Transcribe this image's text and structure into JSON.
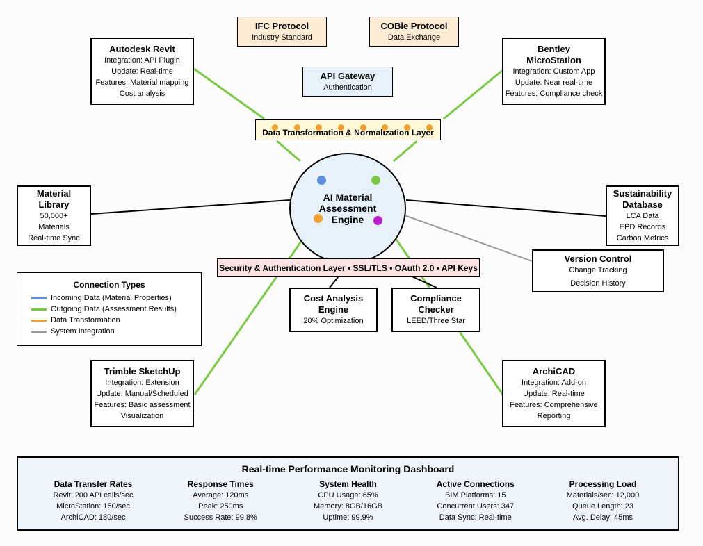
{
  "diagram": {
    "protocols": [
      {
        "title": "IFC Protocol",
        "sub": "Industry Standard"
      },
      {
        "title": "COBie Protocol",
        "sub": "Data Exchange"
      }
    ],
    "gateway": {
      "title": "API Gateway",
      "sub": "Authentication"
    },
    "transform_layer": "Data Transformation & Normalization Layer",
    "security_layer": "Security & Authentication Layer • SSL/TLS • OAuth 2.0 • API Keys",
    "engine": {
      "title": "AI Material Assessment Engine",
      "dot_colors": [
        "#5b8de0",
        "#7ac943",
        "#f0a030",
        "#b620c9"
      ]
    },
    "platforms": {
      "revit": {
        "title": "Autodesk Revit",
        "lines": [
          "Integration: API Plugin",
          "Update: Real-time",
          "Features: Material mapping",
          "Cost analysis"
        ]
      },
      "bentley": {
        "title": "Bentley MicroStation",
        "lines": [
          "Integration: Custom App",
          "Update: Near real-time",
          "Features: Compliance check"
        ]
      },
      "sketchup": {
        "title": "Trimble SketchUp",
        "lines": [
          "Integration: Extension",
          "Update: Manual/Scheduled",
          "Features: Basic assessment",
          "Visualization"
        ]
      },
      "archicad": {
        "title": "ArchiCAD",
        "lines": [
          "Integration: Add-on",
          "Update: Real-time",
          "Features: Comprehensive",
          "Reporting"
        ]
      }
    },
    "material_library": {
      "title": "Material Library",
      "lines": [
        "50,000+",
        "Materials",
        "Real-time Sync"
      ]
    },
    "sustainability_db": {
      "title": "Sustainability Database",
      "lines": [
        "LCA Data",
        "EPD Records",
        "Carbon Metrics"
      ]
    },
    "version_control": {
      "title": "Version Control",
      "lines": [
        "Change Tracking",
        "Decision History"
      ]
    },
    "cost_engine": {
      "title": "Cost Analysis Engine",
      "lines": [
        "20% Optimization"
      ]
    },
    "compliance": {
      "title": "Compliance Checker",
      "lines": [
        "LEED/Three Star"
      ]
    },
    "colors": {
      "incoming": "#5b8de0",
      "outgoing": "#7ac943",
      "transform": "#f0a030",
      "system": "#9a9a9a",
      "plain": "#000000"
    }
  },
  "legend": {
    "title": "Connection Types",
    "items": [
      {
        "label": "Incoming Data (Material Properties)",
        "color": "#5b8de0"
      },
      {
        "label": "Outgoing Data (Assessment Results)",
        "color": "#7ac943"
      },
      {
        "label": "Data Transformation",
        "color": "#f0a030"
      },
      {
        "label": "System Integration",
        "color": "#9a9a9a"
      }
    ]
  },
  "dashboard": {
    "title": "Real-time Performance Monitoring Dashboard",
    "columns": [
      {
        "heading": "Data Transfer Rates",
        "values": [
          "Revit: 200 API calls/sec",
          "MicroStation: 150/sec",
          "ArchiCAD: 180/sec"
        ]
      },
      {
        "heading": "Response Times",
        "values": [
          "Average: 120ms",
          "Peak: 250ms",
          "Success Rate: 99.8%"
        ]
      },
      {
        "heading": "System Health",
        "values": [
          "CPU Usage: 65%",
          "Memory: 8GB/16GB",
          "Uptime: 99.9%"
        ]
      },
      {
        "heading": "Active Connections",
        "values": [
          "BIM Platforms: 15",
          "Concurrent Users: 347",
          "Data Sync: Real-time"
        ]
      },
      {
        "heading": "Processing Load",
        "values": [
          "Materials/sec: 12,000",
          "Queue Length: 23",
          "Avg. Delay: 45ms"
        ]
      }
    ]
  }
}
